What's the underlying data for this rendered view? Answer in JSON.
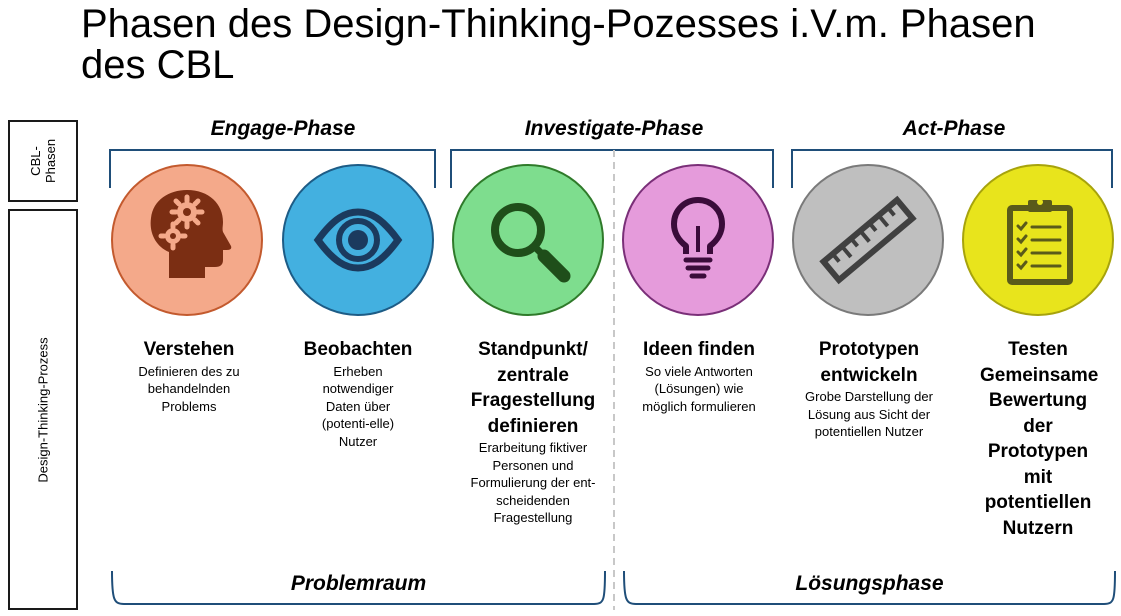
{
  "title": "Phasen des Design-Thinking-Pozesses i.V.m. Phasen des CBL",
  "side_labels": {
    "cbl": "CBL-\nPhasen",
    "dt": "Design-Thinking-Prozess"
  },
  "cbl_phases": [
    "Engage-Phase",
    "Investigate-Phase",
    "Act-Phase"
  ],
  "bottom_labels": [
    "Problemraum",
    "Lösungsphase"
  ],
  "steps": [
    {
      "heading": "Verstehen",
      "desc": "Definieren des zu behandelnden Problems",
      "icon": "head-gears-icon",
      "fill": "#F4A98A",
      "stroke": "#C35A2E"
    },
    {
      "heading": "Beobachten",
      "desc": "Erheben notwendiger Daten über (potenti-elle) Nutzer",
      "icon": "eye-icon",
      "fill": "#43B0E0",
      "stroke": "#1D5C86"
    },
    {
      "heading": "Standpunkt/ zentrale Fragestellung definieren",
      "desc": "Erarbeitung fiktiver Personen und Formulierung der ent-scheidenden Fragestellung",
      "icon": "magnifier-icon",
      "fill": "#7EDD8E",
      "stroke": "#2F7A2A"
    },
    {
      "heading": "Ideen finden",
      "desc": "So viele Antworten (Lösungen) wie möglich formulieren",
      "icon": "lightbulb-icon",
      "fill": "#E59BDB",
      "stroke": "#7A2F78"
    },
    {
      "heading": "Prototypen entwickeln",
      "desc": "Grobe Darstellung der Lösung aus Sicht der potentiellen Nutzer",
      "icon": "ruler-icon",
      "fill": "#BFBFBF",
      "stroke": "#7A7A7A"
    },
    {
      "heading": "Testen Gemeinsame Bewertung der Prototypen mit potentiellen Nutzern",
      "desc": "",
      "icon": "clipboard-checklist-icon",
      "fill": "#E8E41C",
      "stroke": "#A7A30C"
    }
  ]
}
